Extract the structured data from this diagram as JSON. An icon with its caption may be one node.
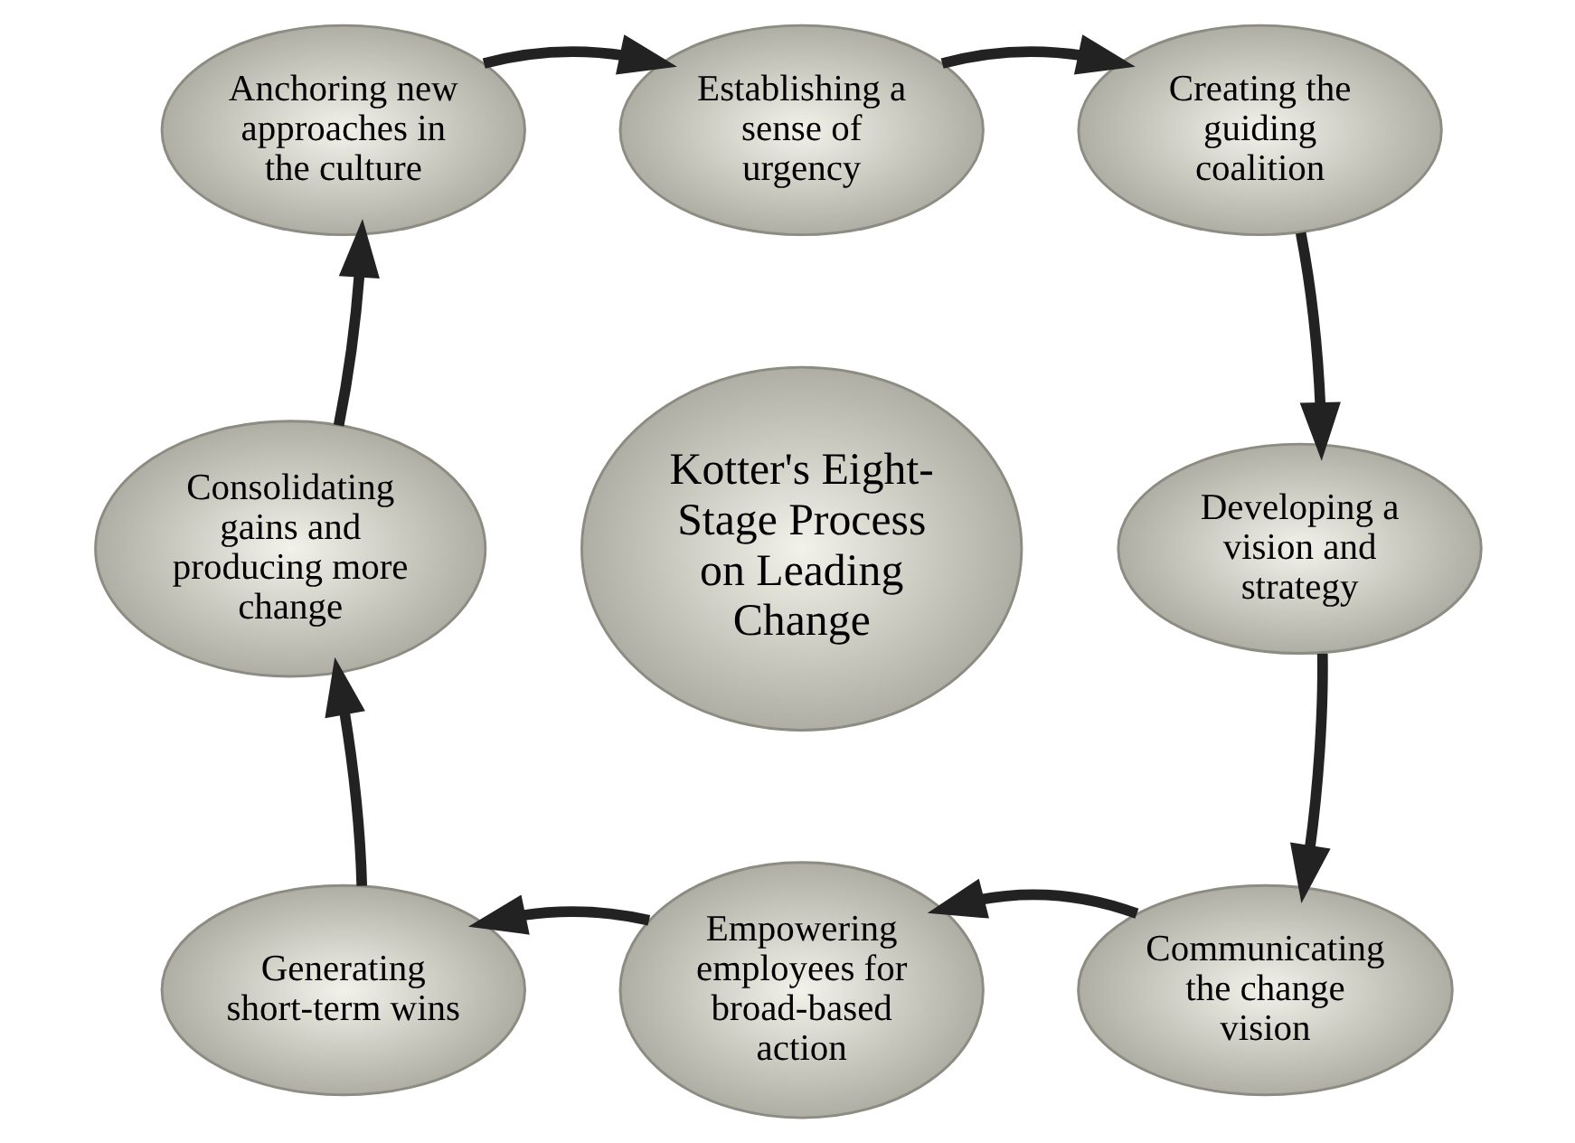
{
  "diagram": {
    "nodes": [
      {
        "text": [
          "Kotter's Eight-Stage Process on Leading Change"
        ]
      },
      {
        "text": [
          "Establishing a sense of urgency"
        ]
      },
      {
        "text": [
          "Creating the guiding coalition"
        ]
      },
      {
        "text": [
          "Developing a vision and strategy"
        ]
      },
      {
        "text": [
          "Communicating the change vision"
        ]
      },
      {
        "text": [
          "Empowering employees for broad-based action"
        ]
      },
      {
        "text": [
          "Generating short-term wins"
        ]
      },
      {
        "text": [
          "Consolidating gains and producing more change"
        ]
      },
      {
        "text": [
          "Anchoring new approaches in the culture"
        ]
      }
    ],
    "edges": [
      {
        "from": 1,
        "to": 2,
        "arrow": "to"
      },
      {
        "from": 2,
        "to": 3,
        "arrow": "to"
      },
      {
        "from": 3,
        "to": 4,
        "arrow": "to"
      },
      {
        "from": 4,
        "to": 5,
        "arrow": "to"
      },
      {
        "from": 5,
        "to": 6,
        "arrow": "to"
      },
      {
        "from": 6,
        "to": 7,
        "arrow": "to"
      },
      {
        "from": 7,
        "to": 8,
        "arrow": "to"
      },
      {
        "from": 8,
        "to": 1,
        "arrow": "to"
      }
    ]
  }
}
